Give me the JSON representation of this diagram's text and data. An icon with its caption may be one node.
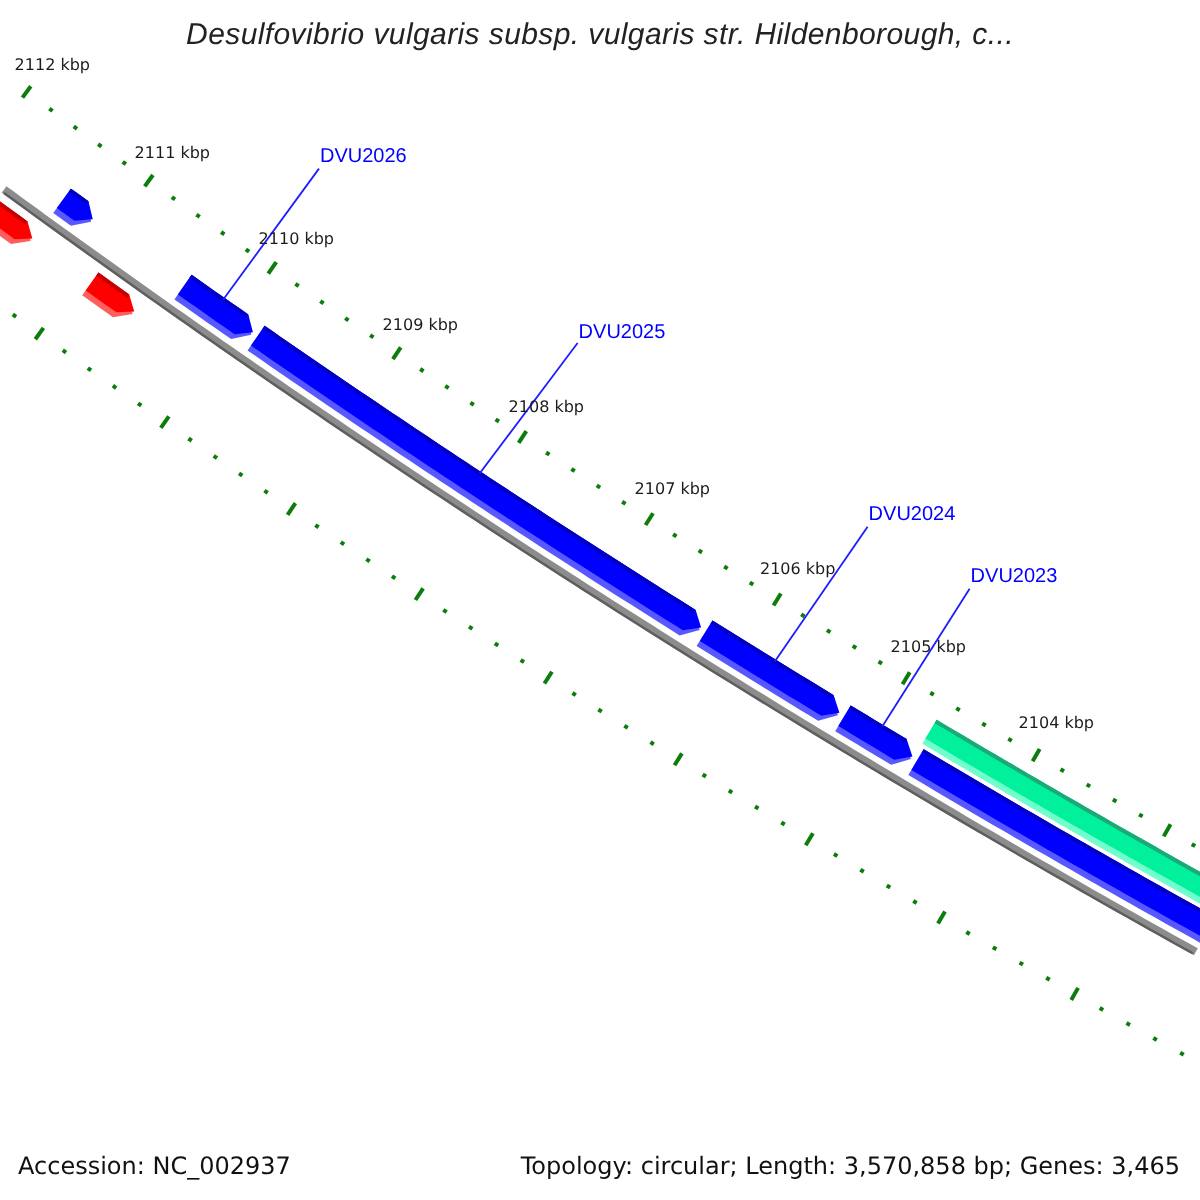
{
  "diagram": {
    "title": "Desulfovibrio vulgaris subsp. vulgaris str. Hildenborough, c...",
    "nodes": [
      {
        "text": [
          "DVU2026"
        ]
      },
      {
        "text": [
          "DVU2025"
        ]
      },
      {
        "text": [
          "DVU2024"
        ]
      },
      {
        "text": [
          "DVU2023"
        ]
      },
      {
        "text": [],
        "shape": "pentagon"
      },
      {
        "text": [],
        "shape": "pentagon"
      },
      {
        "text": [],
        "shape": "pentagon"
      },
      {
        "text": [],
        "shape": "pentagon"
      },
      {
        "text": [],
        "shape": "pentagon"
      },
      {
        "text": [],
        "shape": "pentagon"
      },
      {
        "text": [],
        "shape": "pentagon"
      },
      {
        "text": [],
        "shape": "bar"
      },
      {
        "text": [],
        "shape": "bar"
      }
    ],
    "edges": [
      {
        "from": 0,
        "to": 7,
        "arrow": "none"
      },
      {
        "from": 1,
        "to": 8,
        "arrow": "none"
      },
      {
        "from": 2,
        "to": 9,
        "arrow": "none"
      },
      {
        "from": 3,
        "to": 10,
        "arrow": "none"
      }
    ],
    "labels": [
      "2112 kbp",
      "2111 kbp",
      "2110 kbp",
      "2109 kbp",
      "2108 kbp",
      "2107 kbp",
      "2106 kbp",
      "2105 kbp",
      "2104 kbp",
      "Accession: NC_002937",
      "Topology: circular; Length: 3,570,858 bp; Genes: 3,465"
    ]
  }
}
